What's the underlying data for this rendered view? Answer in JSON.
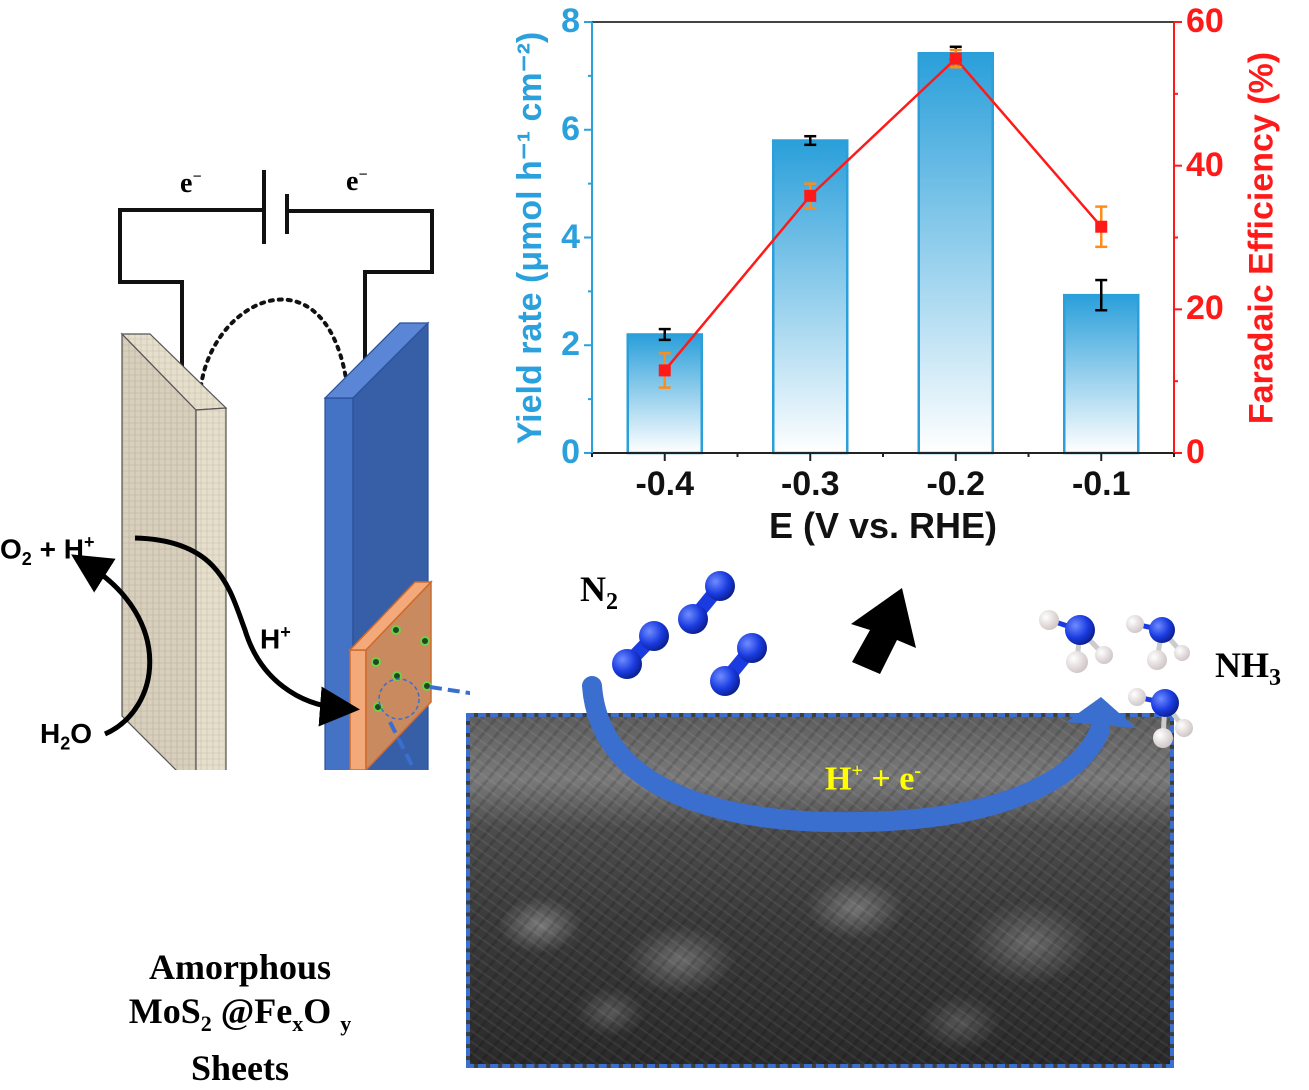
{
  "chart_data": {
    "type": "bar+line",
    "xlabel": "E (V vs. RHE)",
    "ylabel": "Yield rate (μmol h⁻¹ cm⁻²)",
    "y2label": "Faradaic Efficiency (%)",
    "categories": [
      "-0.4",
      "-0.3",
      "-0.2",
      "-0.1"
    ],
    "ylim": [
      0,
      8
    ],
    "y2lim": [
      0,
      60
    ],
    "yticks": [
      "0",
      "2",
      "4",
      "6",
      "8"
    ],
    "y2ticks": [
      "0",
      "20",
      "40",
      "60"
    ],
    "grid": false,
    "series": [
      {
        "name": "Yield rate",
        "type": "bar",
        "axis": "left",
        "values": [
          2.2,
          5.8,
          7.42,
          2.93
        ],
        "errors": [
          0.1,
          0.08,
          0.12,
          0.28
        ],
        "color": "#2a9fda"
      },
      {
        "name": "Faradaic Efficiency",
        "type": "line",
        "axis": "right",
        "values": [
          11.5,
          35.8,
          54.9,
          31.5
        ],
        "errors": [
          2.4,
          1.7,
          1.2,
          2.8
        ],
        "color": "#ff1a1a",
        "error_color": "#ff8c1a"
      }
    ]
  },
  "labels": {
    "electron_left": "e",
    "electron_right": "e",
    "electron_sup": "−",
    "o2_h": "O",
    "o2_sub": "2",
    "o2_plus": " + H",
    "o2_sup": "+",
    "h_plus": "H",
    "h_plus_sup": "+",
    "h2o_h": "H",
    "h2o_sub": "2",
    "h2o_o": "O",
    "n2": "N",
    "n2_sub": "2",
    "nh3": "NH",
    "nh3_sub": "3",
    "he_h": "H",
    "he_sup1": "+",
    "he_mid": " + e",
    "he_sup2": "-",
    "material_line1": "Amorphous",
    "material_line2a": "MoS",
    "material_line2_sub": "2",
    "material_line2b": " @Fe",
    "material_line2_subx": "x",
    "material_line2c": "O ",
    "material_line2_suby": "y",
    "material_line3": "Sheets"
  },
  "colors": {
    "bar": "#2a9fda",
    "fe_line": "#ff1a1a",
    "fe_err": "#ff8c1a",
    "anode": "#d9d2c1",
    "cathode": "#3a66c4",
    "catalyst": "#c98a5f",
    "arrow_blue": "#3a6fd0",
    "h_e_text": "#ffff00"
  }
}
